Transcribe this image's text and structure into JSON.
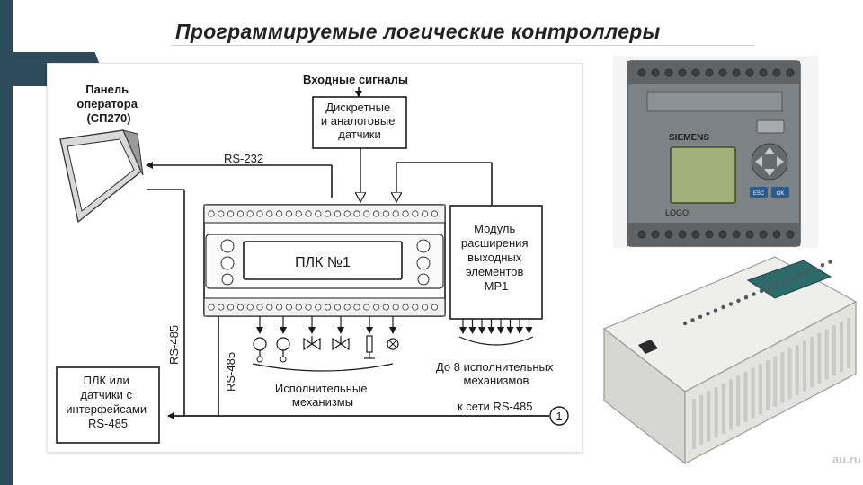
{
  "slide": {
    "title": "Программируемые логические контроллеры",
    "watermark": "au.ru"
  },
  "diagram": {
    "panel_label": [
      "Панель",
      "оператора",
      "(СП270)"
    ],
    "inputs_header": "Входные сигналы",
    "sensors_box": [
      "Дискретные",
      "и аналоговые",
      "датчики"
    ],
    "rs232": "RS-232",
    "plc_label": "ПЛК №1",
    "module_box": [
      "Модуль",
      "расширения",
      "выходных",
      "элементов",
      "МР1"
    ],
    "rs485_left": "RS-485",
    "rs485_mid": "RS-485",
    "actuators": [
      "Исполнительные",
      "механизмы"
    ],
    "up_to_8": [
      "До 8 исполнительных",
      "механизмов"
    ],
    "network": "к сети RS-485",
    "node_number": "1",
    "peer_box": [
      "ПЛК или",
      "датчики с",
      "интерфейсами",
      "RS-485"
    ]
  },
  "photos": {
    "logo_brand": "SIEMENS",
    "logo_model": "LOGO!",
    "esc_key": "ESC",
    "ok_key": "OK"
  },
  "colors": {
    "accent": "#2d4b5b",
    "siemens_body": "#7d8286",
    "lcd": "#9fb07a",
    "white_plc": "#e6e6e3",
    "plc_window": "#2d6b6a"
  }
}
